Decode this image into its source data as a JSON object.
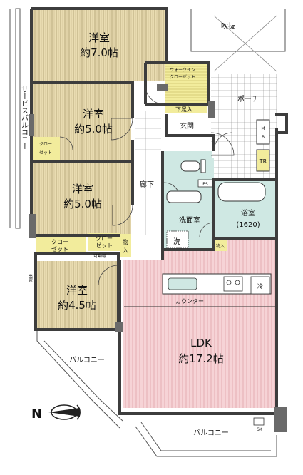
{
  "colors": {
    "wood_room": "#e9dcb1",
    "wood_stripe": "#b8a77c",
    "ldk": "#f6d3d6",
    "ldk_stripe": "#e2a9ae",
    "wet_area": "#cfe8e3",
    "storage": "#f2ec9c",
    "wall": "#3d3d3d",
    "balcony_line": "#555555"
  },
  "rooms": {
    "bedroom1": {
      "type": "洋室",
      "size": "約7.0帖"
    },
    "bedroom2": {
      "type": "洋室",
      "size": "約5.0帖"
    },
    "bedroom3": {
      "type": "洋室",
      "size": "約5.0帖"
    },
    "bedroom4": {
      "type": "洋室",
      "size": "約4.5帖"
    },
    "ldk": {
      "type": "LDK",
      "size": "約17.2帖"
    },
    "bath": {
      "type": "浴室",
      "size": "(1620)"
    },
    "washroom": "洗面室",
    "wash": "洗",
    "entrance": "玄関",
    "corridor": "廊下",
    "porch": "ポーチ"
  },
  "storage": {
    "walkin_line1": "ウォークイン",
    "walkin_line2": "クローゼット",
    "shoe": "下足入",
    "closet_a1": "クロー",
    "closet_a2": "ゼット",
    "closet_b1": "クロー",
    "closet_b2": "ゼット",
    "closet_c1": "クロー",
    "closet_c2": "ゼット",
    "movable_shelf": "可動棚",
    "storage1": "物",
    "storage2": "入",
    "storage_small": "物入"
  },
  "fixtures": {
    "mb_m": "M",
    "mb_b": "B",
    "tr": "TR",
    "ps": "PS",
    "counter": "カウンター",
    "fridge": "冷",
    "sk": "SK"
  },
  "outdoor": {
    "void": "吹抜",
    "service_balcony": "サービスバルコニー",
    "balcony_west": "バルコニー",
    "balcony_south": "バルコニー",
    "window": "出窓"
  },
  "compass": {
    "north": "N"
  }
}
